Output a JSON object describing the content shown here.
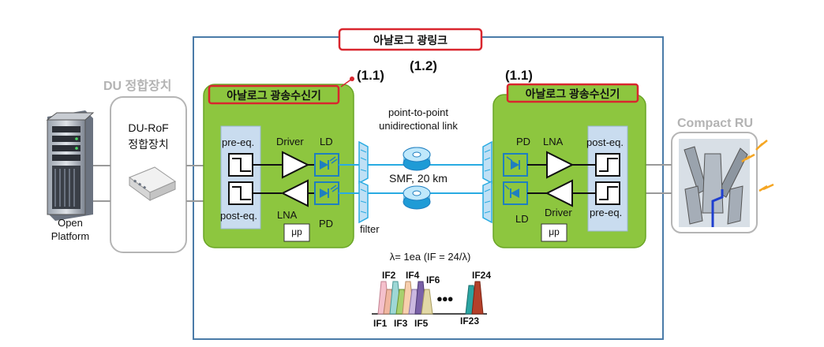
{
  "title": {
    "link": "아날로그 광링크",
    "ref_12": "(1.2)",
    "ref_11_left": "(1.1)",
    "ref_11_right": "(1.1)"
  },
  "left_side": {
    "du_title": "DU 정합장치",
    "du_rof_line1": "DU-RoF",
    "du_rof_line2": "정합장치",
    "server_line1": "Open",
    "server_line2": "Platform"
  },
  "transceiver_left": {
    "title": "아날로그 광송수신기",
    "pre_eq": "pre-eq.",
    "post_eq": "post-eq.",
    "driver": "Driver",
    "lna": "LNA",
    "ld": "LD",
    "pd": "PD",
    "mu_p": "μp"
  },
  "transceiver_right": {
    "title": "아날로그 광송수신기",
    "pd": "PD",
    "lna": "LNA",
    "ld": "LD",
    "driver": "Driver",
    "post_eq": "post-eq.",
    "pre_eq": "pre-eq.",
    "mu_p": "μp"
  },
  "link": {
    "p2p_line1": "point-to-point",
    "p2p_line2": "unidirectional link",
    "smf": "SMF, 20 km",
    "filter": "filter",
    "lambda": "λ= 1ea (IF = 24/λ)"
  },
  "spectrum": {
    "top_labels": [
      "IF2",
      "IF4",
      "IF6",
      "IF24"
    ],
    "bottom_labels": [
      "IF1",
      "IF3",
      "IF5",
      "IF23"
    ],
    "dots": "●●●"
  },
  "right_side": {
    "title": "Compact RU"
  },
  "colors": {
    "panel_border": "#4a7ba8",
    "green": "#8dc63f",
    "green_border": "#6aa526",
    "red": "#d9262e",
    "fiber": "#29abe2",
    "gray": "#aaaaaa",
    "eq_box_bg": "#c9dcef"
  }
}
